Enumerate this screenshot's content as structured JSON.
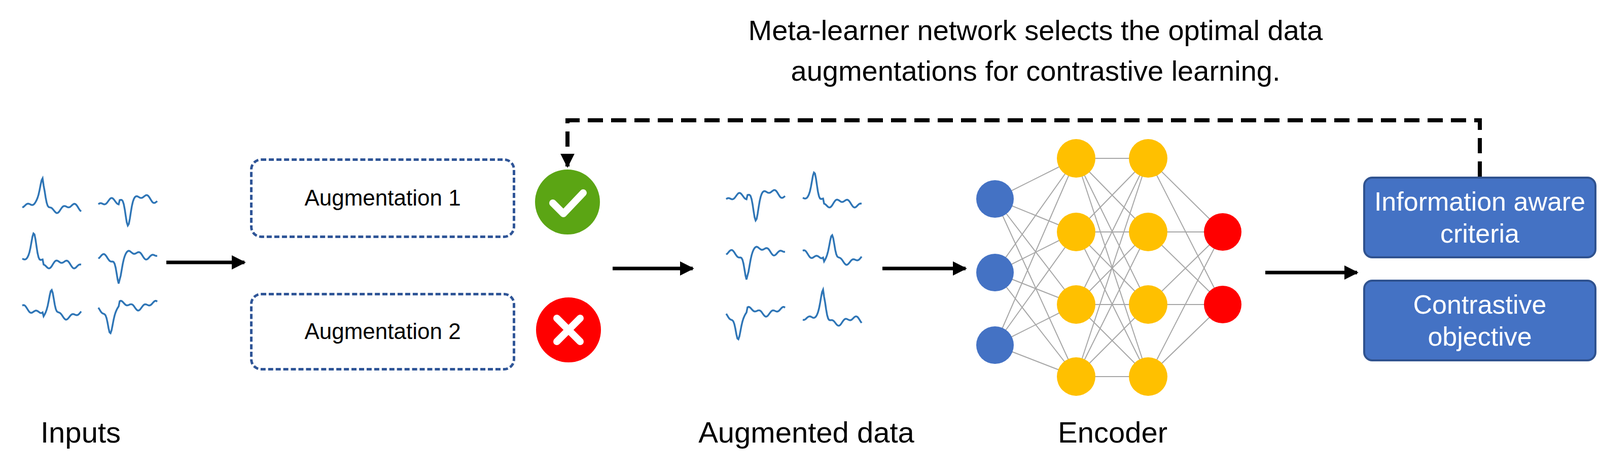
{
  "diagram": {
    "title": "Meta-learner network selects the optimal data augmentations for contrastive learning.",
    "nodes": [
      {
        "text": [
          "Augmentation 1"
        ]
      },
      {
        "text": [
          "Augmentation 2"
        ]
      },
      {
        "text": [
          "Information aware criteria"
        ]
      },
      {
        "text": [
          "Contrastive objective"
        ]
      }
    ],
    "edges": [
      {
        "from": 2,
        "to": 0,
        "arrow": "to"
      }
    ],
    "labels": [
      "Inputs",
      "Augmented data",
      "Encoder"
    ]
  }
}
